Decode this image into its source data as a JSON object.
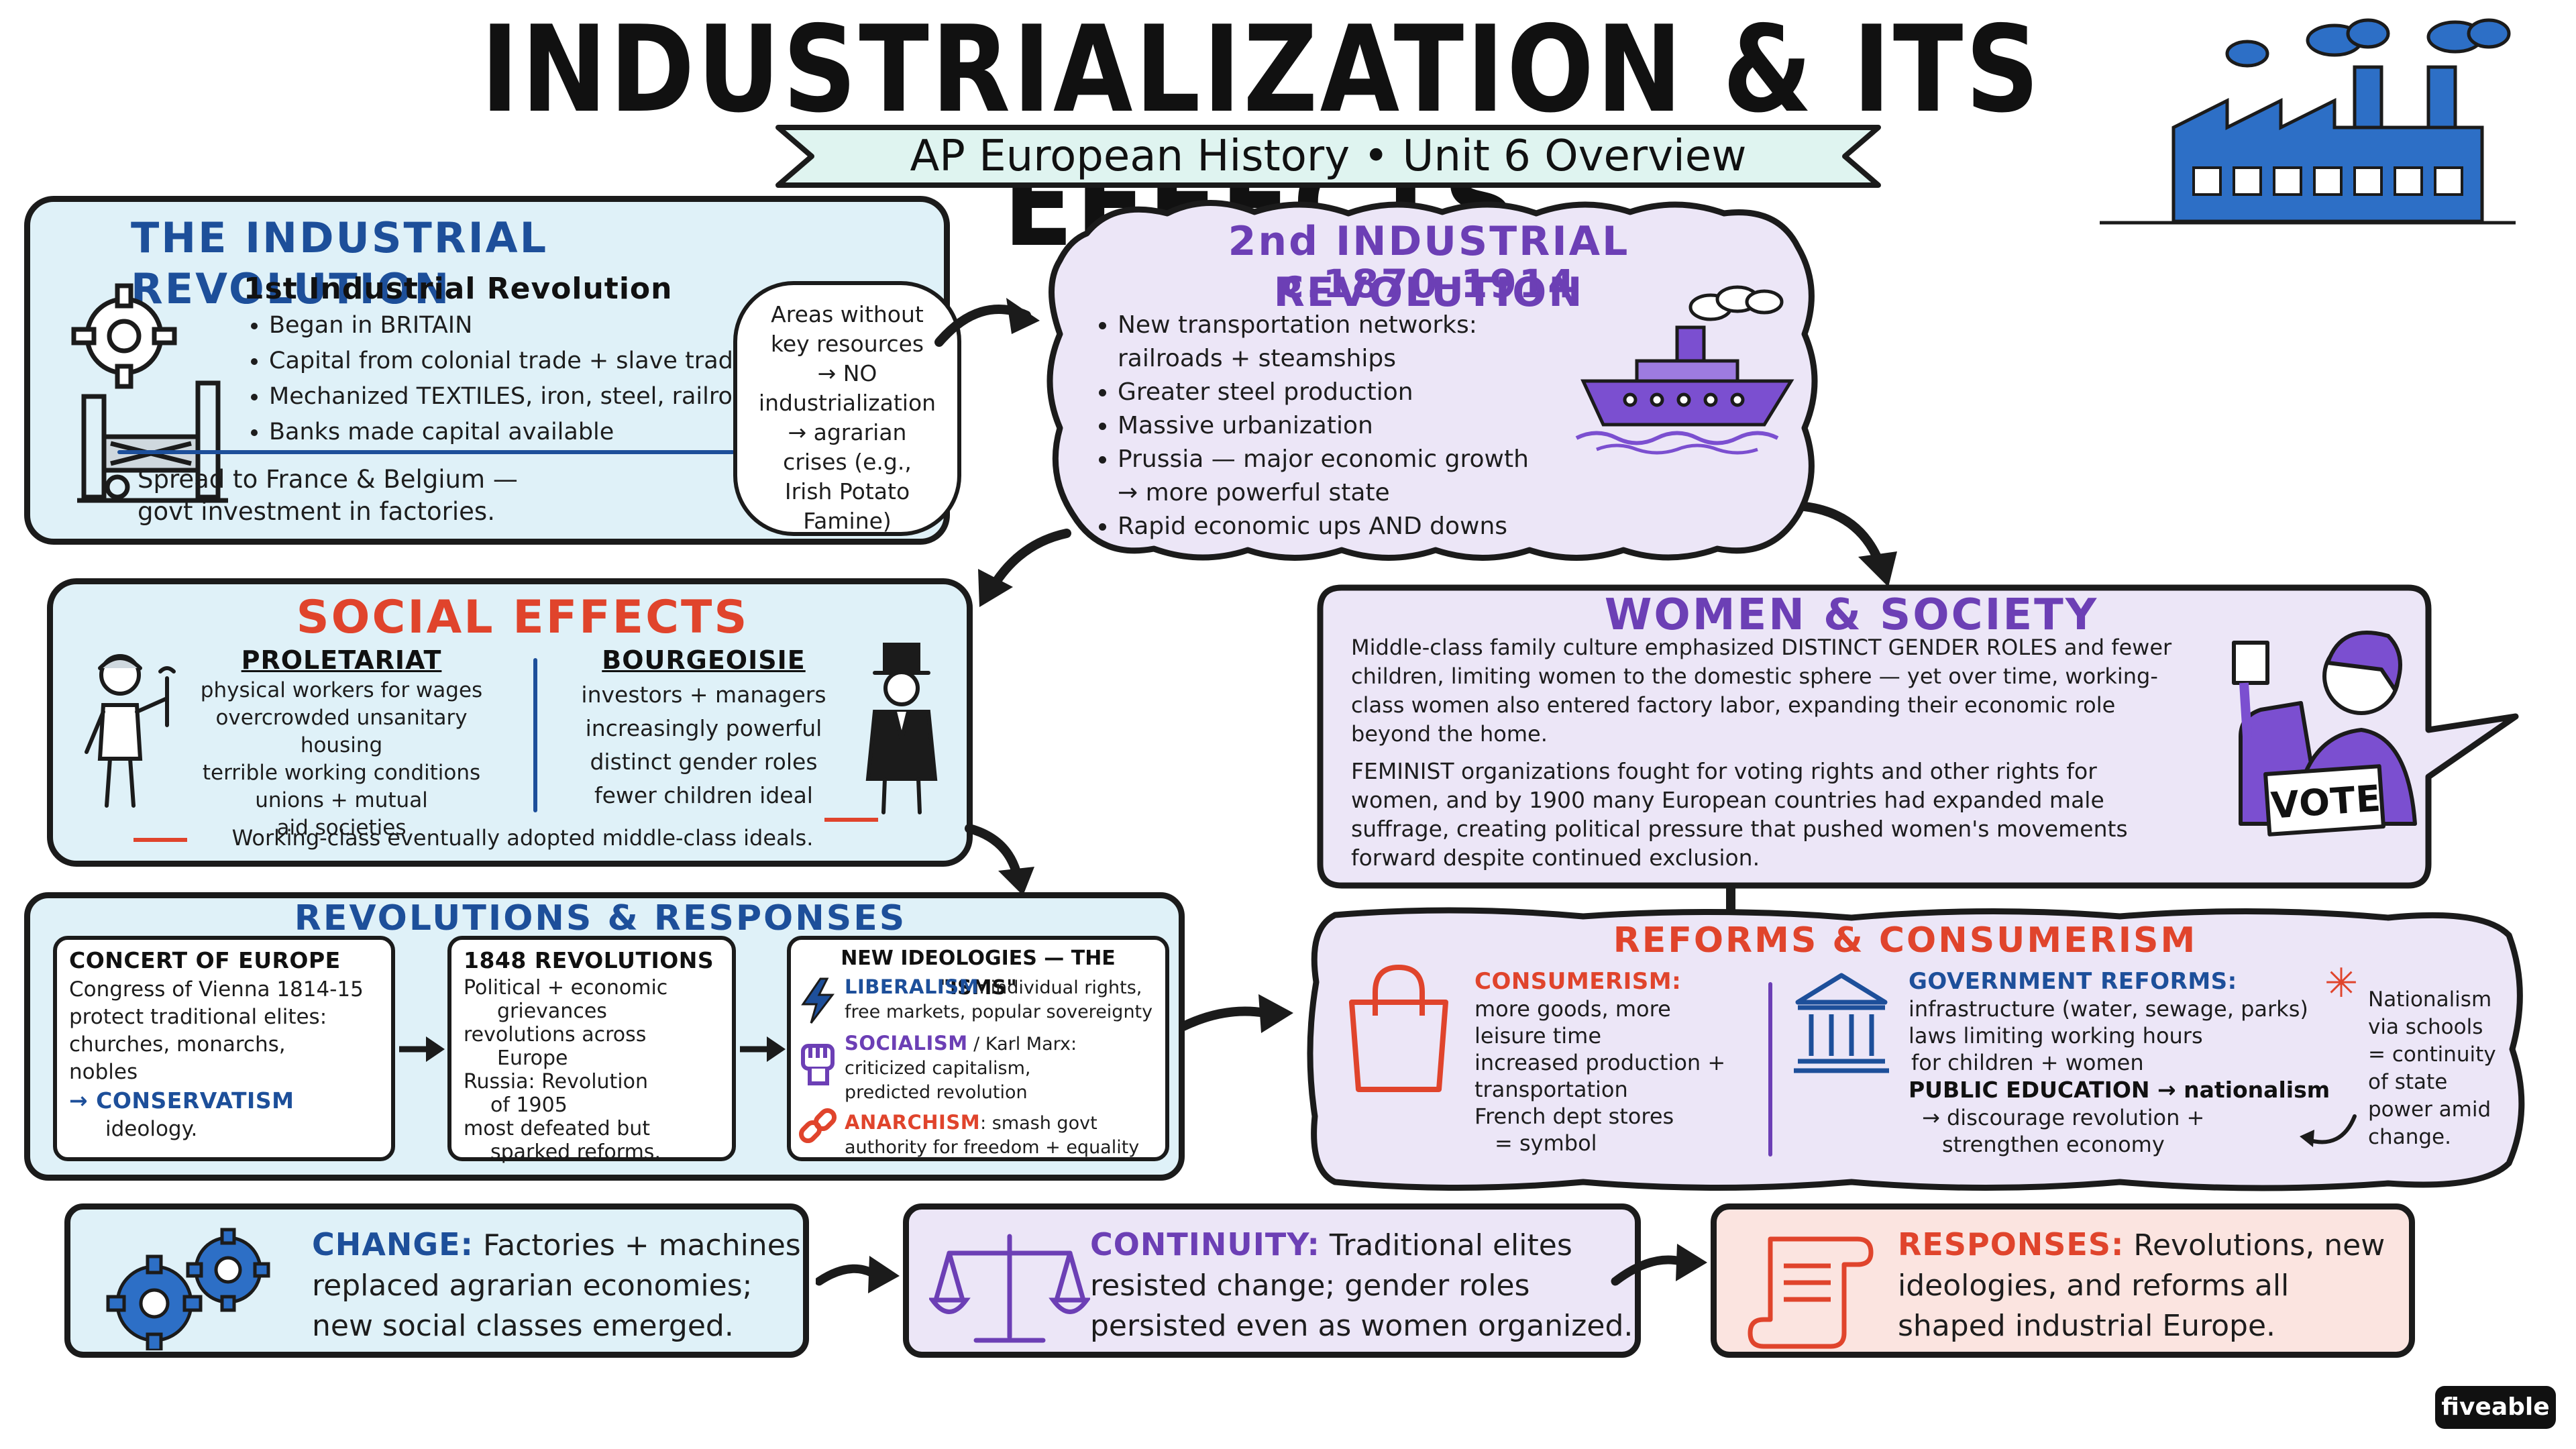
{
  "header": {
    "title": "INDUSTRIALIZATION & ITS EFFECTS",
    "subtitle": "AP European History • Unit 6 Overview"
  },
  "industrial_revolution": {
    "title": "THE INDUSTRIAL REVOLUTION",
    "subheading": "1st Industrial Revolution",
    "bullets": [
      "Began in BRITAIN",
      "Capital from colonial trade + slave trade",
      "Mechanized TEXTILES, iron, steel, railroads",
      "Banks made capital available"
    ],
    "spread_line1": "Spread to France & Belgium —",
    "spread_line2": "govt investment in factories.",
    "callout_lines": [
      "Areas without",
      "key resources",
      "→ NO",
      "industrialization",
      "→ agrarian",
      "crises (e.g.,",
      "Irish Potato",
      "Famine)"
    ]
  },
  "second_revolution": {
    "title": "2nd INDUSTRIAL REVOLUTION",
    "dates": "c.1870–1914",
    "bullets": [
      "New transportation networks:",
      "Greater steel production",
      "Massive urbanization",
      "Prussia — major economic growth",
      "Rapid economic ups AND downs"
    ],
    "bullet1_cont": "railroads + steamships",
    "bullet4_cont": "→ more powerful state"
  },
  "social_effects": {
    "title": "SOCIAL EFFECTS",
    "proletariat_title": "PROLETARIAT",
    "proletariat_lines": [
      "physical workers for wages",
      "overcrowded unsanitary",
      "housing",
      "terrible working conditions",
      "unions + mutual",
      "aid societies"
    ],
    "bourgeoisie_title": "BOURGEOISIE",
    "bourgeoisie_lines": [
      "investors + managers",
      "increasingly powerful",
      "distinct gender roles",
      "fewer children ideal"
    ],
    "footer": "Working-class eventually adopted middle-class ideals."
  },
  "women_society": {
    "title": "WOMEN & SOCIETY",
    "para1": "Middle-class family culture emphasized DISTINCT GENDER ROLES and fewer children, limiting women to the domestic sphere — yet over time, working-class women also entered factory labor, expanding their economic role beyond the home.",
    "para2": "FEMINIST organizations fought for voting rights and other rights for women, and by 1900 many European countries had expanded male suffrage, creating political pressure that pushed women's movements forward despite continued exclusion.",
    "sign": "VOTE"
  },
  "revolutions_responses": {
    "title": "REVOLUTIONS & RESPONSES",
    "concert": {
      "title": "CONCERT OF EUROPE",
      "lines": [
        "Congress of Vienna 1814-15",
        "protect traditional elites:",
        "churches, monarchs,",
        "nobles"
      ],
      "highlight": "→ CONSERVATISM",
      "after": "ideology."
    },
    "rev1848": {
      "title": "1848 REVOLUTIONS",
      "lines": [
        "Political + economic",
        "grievances",
        "revolutions across",
        "Europe",
        "Russia: Revolution",
        "of 1905",
        "most defeated but",
        "sparked reforms."
      ]
    },
    "isms": {
      "title": "NEW IDEOLOGIES — THE \"ISMS\"",
      "liberalism_label": "LIBERALISM",
      "liberalism_text": ": individual rights,",
      "liberalism_text2": "free markets, popular sovereignty",
      "socialism_label": "SOCIALISM",
      "socialism_text": " / Karl Marx:",
      "socialism_text2": "criticized capitalism,",
      "socialism_text3": "predicted revolution",
      "anarchism_label": "ANARCHISM",
      "anarchism_text": ": smash govt",
      "anarchism_text2": "authority for freedom + equality"
    }
  },
  "reforms_consumerism": {
    "title": "REFORMS & CONSUMERISM",
    "consumerism_title": "CONSUMERISM:",
    "consumerism_lines": [
      "more goods, more",
      "leisure time",
      "increased production +",
      "transportation",
      "French dept stores",
      "= symbol"
    ],
    "gov_title": "GOVERNMENT REFORMS:",
    "gov_lines": [
      "infrastructure (water, sewage, parks)",
      "laws limiting working hours",
      "for children + women"
    ],
    "education": "PUBLIC EDUCATION → nationalism",
    "education_lines": [
      "→ discourage revolution +",
      "strengthen economy"
    ],
    "note_lines": [
      "Nationalism",
      "via schools",
      "= continuity",
      "of state",
      "power amid",
      "change."
    ]
  },
  "summary": {
    "change_label": "CHANGE:",
    "change_lines": [
      "Factories + machines",
      "replaced agrarian economies;",
      "new social classes emerged."
    ],
    "continuity_label": "CONTINUITY:",
    "continuity_lines": [
      "Traditional elites",
      "resisted change; gender roles",
      "persisted even as women organized."
    ],
    "responses_label": "RESPONSES:",
    "responses_lines": [
      "Revolutions, new",
      "ideologies, and reforms all",
      "shaped industrial Europe."
    ]
  },
  "brand": "fiveable",
  "colors": {
    "blue_text": "#1d4f9a",
    "purple_text": "#6c3fb5",
    "red_text": "#e0442c",
    "blue_fill": "#dff1f8",
    "purple_fill": "#ece6f7",
    "red_fill": "#fbe4e0",
    "banner_fill": "#dff4f0"
  },
  "icons": [
    "factory-icon",
    "gear-icon",
    "loom-icon",
    "steamship-icon",
    "worker-icon",
    "capitalist-icon",
    "fist-icon",
    "suffragette-icon",
    "lightning-icon",
    "fist-small-icon",
    "chain-icon",
    "shopping-bag-icon",
    "government-building-icon",
    "asterisk-icon",
    "gears-icon",
    "scales-icon",
    "scroll-icon"
  ]
}
